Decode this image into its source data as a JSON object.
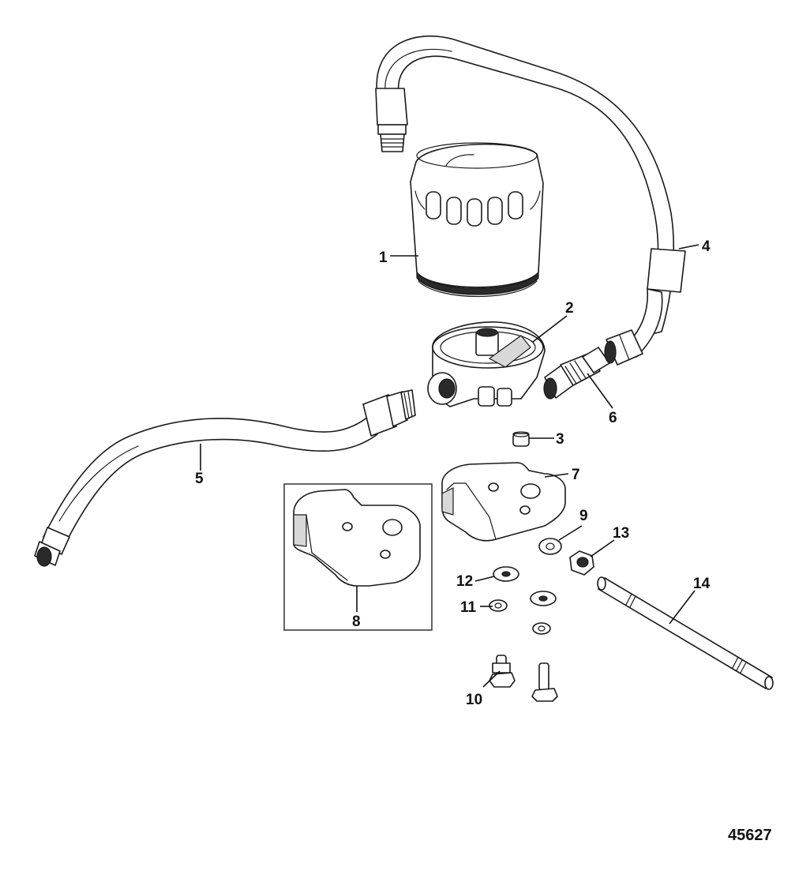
{
  "callouts": {
    "c1": "1",
    "c2": "2",
    "c3": "3",
    "c4": "4",
    "c5": "5",
    "c6": "6",
    "c7": "7",
    "c8": "8",
    "c9": "9",
    "c10": "10",
    "c11": "11",
    "c12": "12",
    "c13": "13",
    "c14": "14"
  },
  "figure_number": "45627"
}
